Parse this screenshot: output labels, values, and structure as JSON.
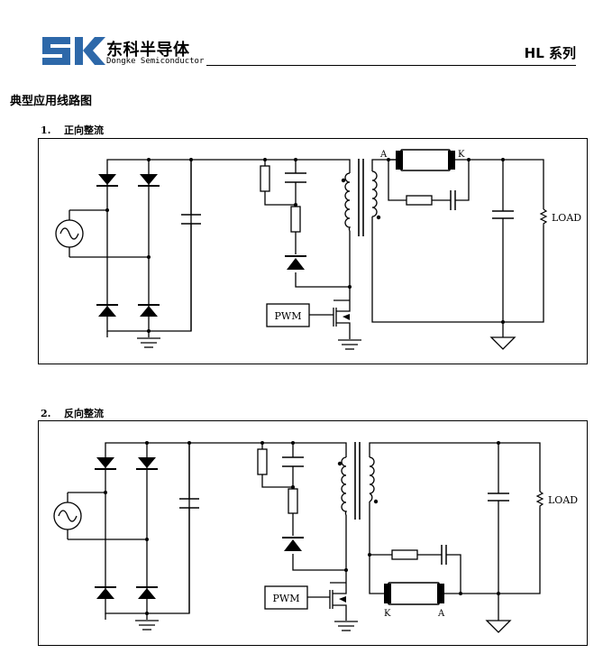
{
  "header": {
    "logo_letters": "SK",
    "company_cn": "东科半导体",
    "company_en": "Dongke Semiconductor",
    "series": "HL 系列"
  },
  "section_title": "典型应用线路图",
  "diagrams": [
    {
      "number": "1.",
      "title": "正向整流",
      "pwm": "PWM",
      "load": "LOAD",
      "anode": "A",
      "cathode": "K"
    },
    {
      "number": "2.",
      "title": "反向整流",
      "pwm": "PWM",
      "load": "LOAD",
      "anode": "A",
      "cathode": "K"
    }
  ]
}
